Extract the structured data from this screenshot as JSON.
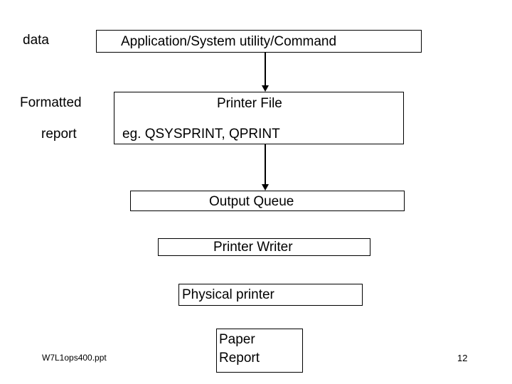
{
  "slide": {
    "left_labels": [
      {
        "id": "data",
        "text": "data"
      },
      {
        "id": "formatted",
        "text": "Formatted"
      },
      {
        "id": "report",
        "text": "report"
      }
    ],
    "boxes": [
      {
        "id": "application",
        "text": "Application/System utility/Command"
      },
      {
        "id": "printer_file",
        "title": "Printer File",
        "example": "eg. QSYSPRINT, QPRINT"
      },
      {
        "id": "output_queue",
        "text": "Output Queue"
      },
      {
        "id": "printer_writer",
        "text": "Printer Writer"
      },
      {
        "id": "physical_printer",
        "text": "Physical printer"
      },
      {
        "id": "paper_report",
        "line1": "Paper",
        "line2": "Report"
      }
    ],
    "footer": {
      "file_name": "W7L1ops400.ppt",
      "page_number": "12"
    }
  }
}
